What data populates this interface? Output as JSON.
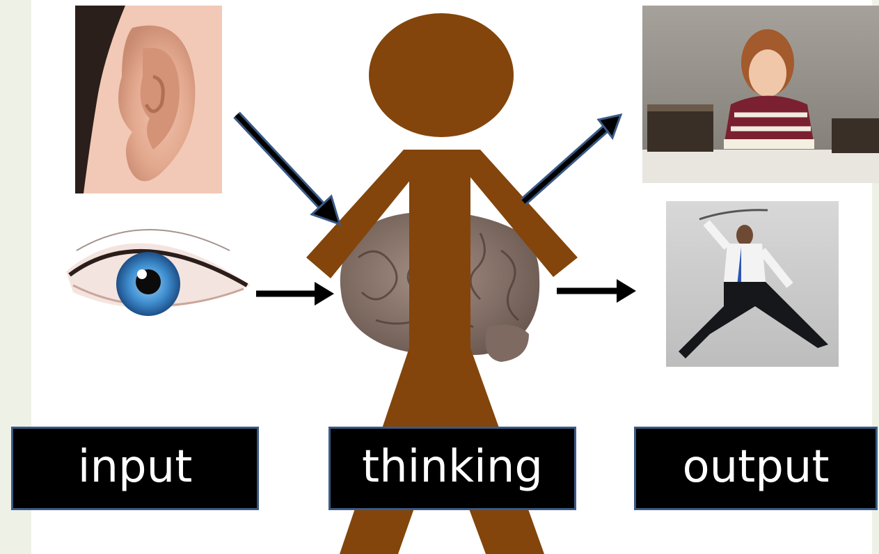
{
  "labels": {
    "input": "input",
    "thinking": "thinking",
    "output": "output"
  },
  "images": {
    "ear": "ear-photo",
    "eye": "eye-photo",
    "brain": "brain-photo",
    "studying": "boy-studying-photo",
    "sword_figure": "man-with-sword-photo"
  },
  "colors": {
    "figure": "#83450b",
    "label_bg": "#000000",
    "label_border": "#3a5a85",
    "arrow": "#000000",
    "arrow_outline": "#3a5a85"
  }
}
